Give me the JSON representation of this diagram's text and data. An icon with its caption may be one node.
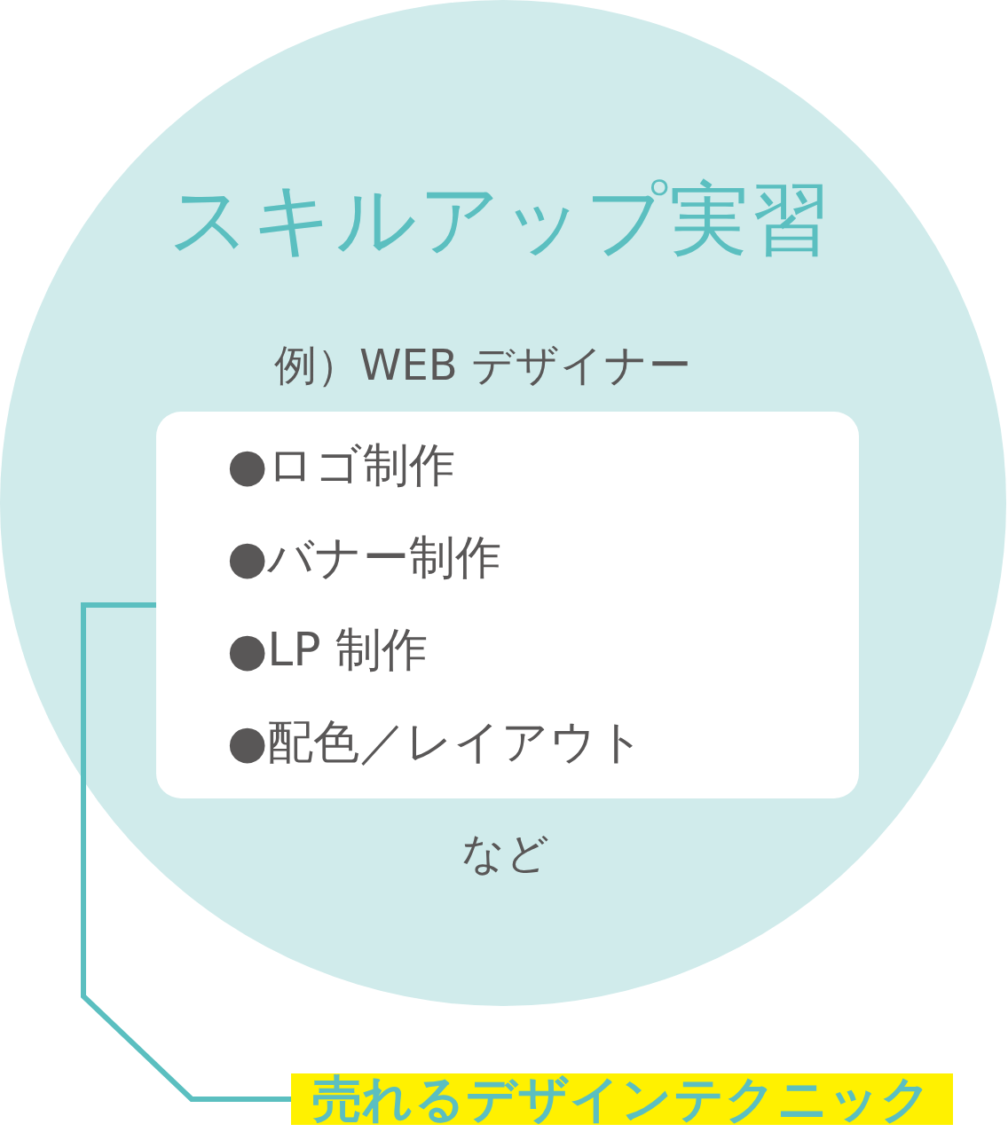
{
  "diagram": {
    "nodes": [
      {
        "text": [
          "スキルアップ実習",
          "例）WEB デザイナー",
          "など"
        ]
      },
      {
        "text": [
          "●ロゴ制作",
          "●バナー制作",
          "●LP 制作",
          "●配色／レイアウト"
        ],
        "in": 0
      },
      {
        "text": [
          "売れるデザインテクニック"
        ]
      }
    ],
    "edges": [
      {
        "from": 2,
        "to": 1,
        "arrow": "none"
      }
    ]
  }
}
